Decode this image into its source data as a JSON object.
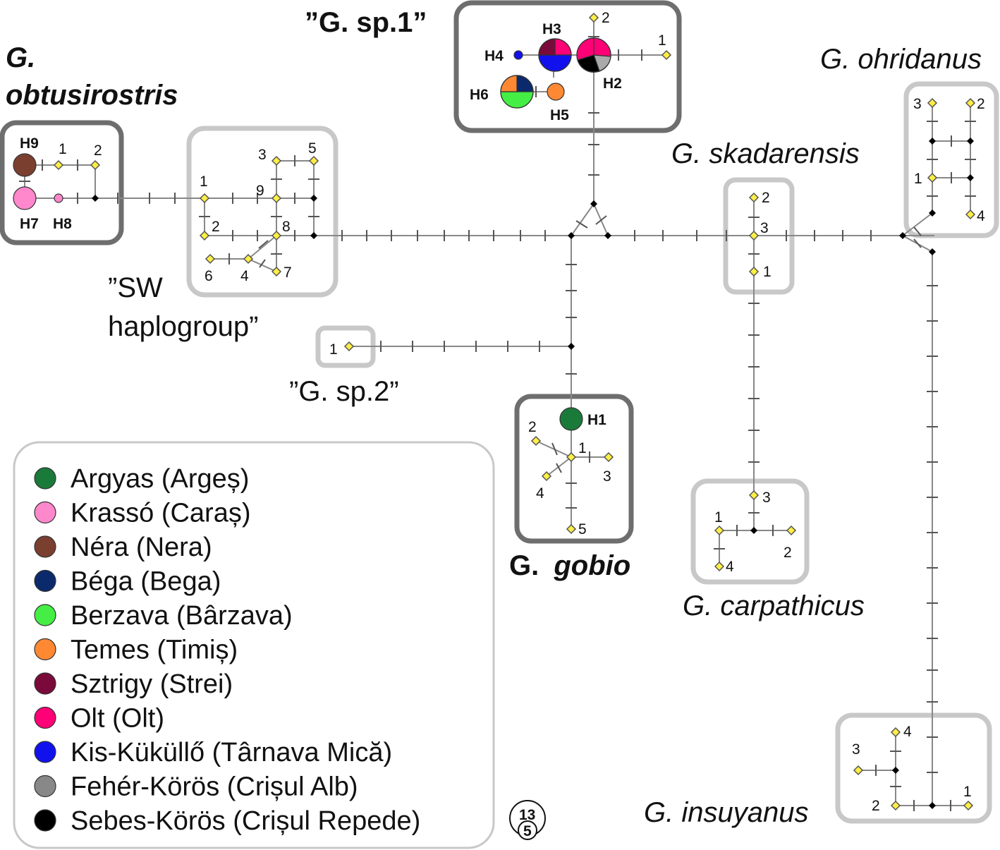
{
  "groups": {
    "obtusirostris_line1": "G.",
    "obtusirostris_line2": "obtusirostris",
    "sp1": "”G. sp.1”",
    "ohridanus": "G. ohridanus",
    "skadarensis": "G. skadarensis",
    "sw_line1": "”SW",
    "sw_line2": "haplogroup”",
    "sp2": "”G. sp.2”",
    "gobio_prefix": "G.",
    "gobio_name": "gobio",
    "carpathicus": "G. carpathicus",
    "insuyanus": "G. insuyanus"
  },
  "haplotype_labels": {
    "H1": "H1",
    "H2": "H2",
    "H3": "H3",
    "H4": "H4",
    "H5": "H5",
    "H6": "H6",
    "H7": "H7",
    "H8": "H8",
    "H9": "H9"
  },
  "node_numbers": {
    "obt_1": "1",
    "obt_2": "2",
    "sw_1": "1",
    "sw_2": "2",
    "sw_3": "3",
    "sw_4": "4",
    "sw_5": "5",
    "sw_6": "6",
    "sw_7": "7",
    "sw_8": "8",
    "sw_9": "9",
    "sp1_1": "1",
    "sp1_2": "2",
    "sp2_1": "1",
    "ska_1": "1",
    "ska_2": "2",
    "ska_3": "3",
    "ohr_1": "1",
    "ohr_2": "2",
    "ohr_3": "3",
    "ohr_4": "4",
    "gob_1": "1",
    "gob_2": "2",
    "gob_3": "3",
    "gob_4": "4",
    "gob_5": "5",
    "car_1": "1",
    "car_2": "2",
    "car_3": "3",
    "car_4": "4",
    "ins_1": "1",
    "ins_2": "2",
    "ins_3": "3",
    "ins_4": "4"
  },
  "legend": [
    {
      "label": "Argyas (Argeș)",
      "color": "#1a7a3a"
    },
    {
      "label": "Krassó (Caraș)",
      "color": "#ff88cc"
    },
    {
      "label": "Néra (Nera)",
      "color": "#7b3f2f"
    },
    {
      "label": "Béga (Bega)",
      "color": "#0a2a6b"
    },
    {
      "label": "Berzava (Bârzava)",
      "color": "#44ee44"
    },
    {
      "label": "Temes (Timiș)",
      "color": "#ff8833"
    },
    {
      "label": "Sztrigy (Strei)",
      "color": "#7a0a3a"
    },
    {
      "label": "Olt (Olt)",
      "color": "#ff0077"
    },
    {
      "label": "Kis-Küküllő (Târnava Mică)",
      "color": "#1111ee"
    },
    {
      "label": "Fehér-Körös (Crișul Alb)",
      "color": "#888888"
    },
    {
      "label": "Sebes-Körös (Crișul Repede)",
      "color": "#000000"
    }
  ],
  "scale": {
    "big": "13",
    "small": "5"
  },
  "colors": {
    "dark_box": "#6e6e6e",
    "light_box": "#c8c8c8",
    "edge": "#888888",
    "minor_node": "#ffee44"
  }
}
